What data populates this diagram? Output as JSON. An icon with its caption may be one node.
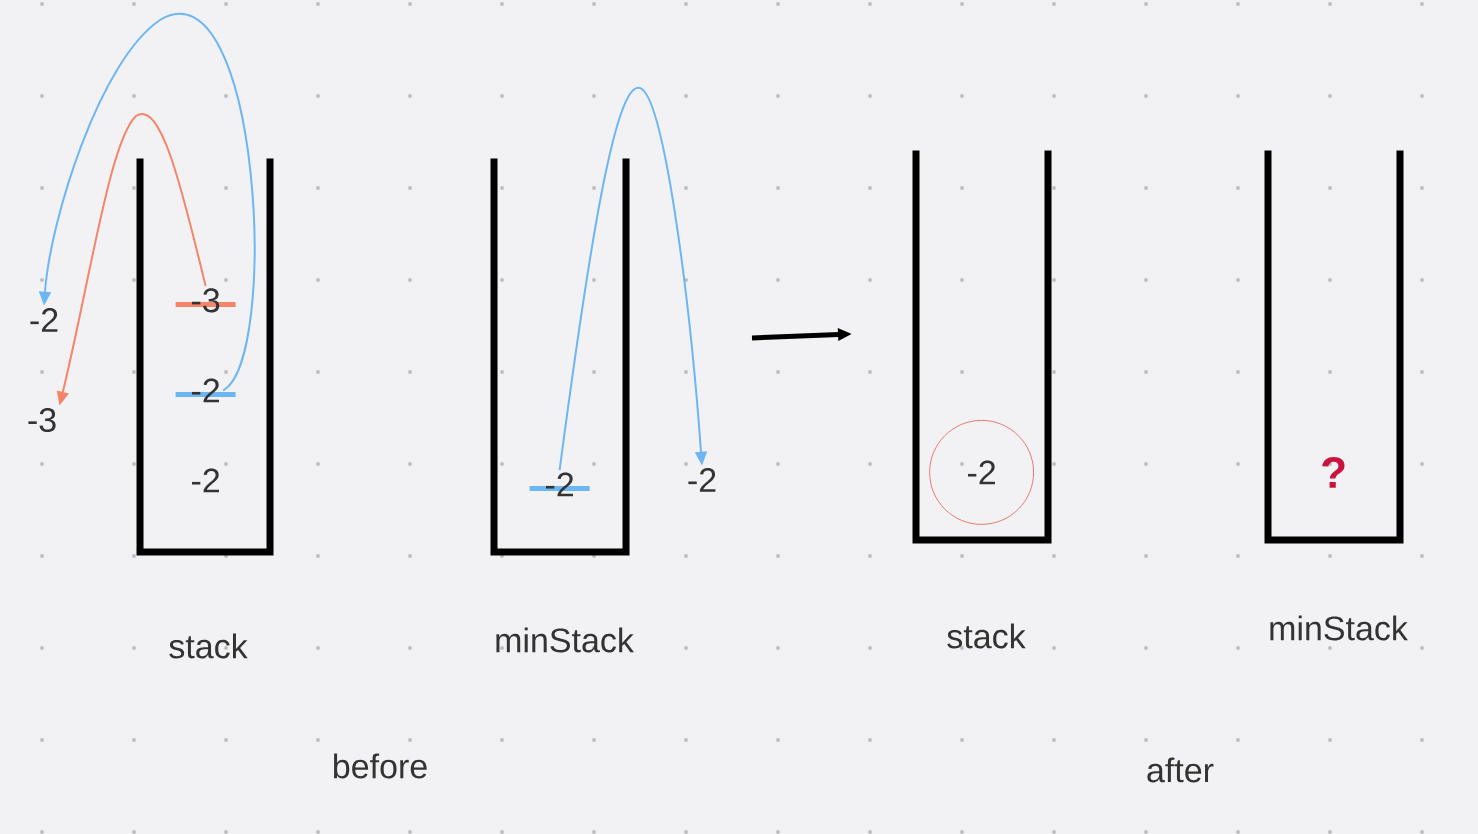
{
  "diagram": {
    "nodes": [
      {
        "text": [
          "stack"
        ]
      },
      {
        "text": [
          "-3"
        ],
        "in": 0
      },
      {
        "text": [
          "-2"
        ],
        "in": 0
      },
      {
        "text": [
          "-2"
        ],
        "in": 0
      },
      {
        "text": [
          "-2"
        ]
      },
      {
        "text": [
          "-3"
        ]
      },
      {
        "text": [
          "minStack"
        ]
      },
      {
        "text": [
          "-2"
        ],
        "in": 6
      },
      {
        "text": [
          "-2"
        ]
      },
      {
        "text": [
          "stack"
        ]
      },
      {
        "text": [
          "-2"
        ],
        "in": 9
      },
      {
        "text": [
          "minStack"
        ]
      },
      {
        "text": [
          "?"
        ],
        "in": 11
      }
    ],
    "edges": [
      {
        "from": 2,
        "to": 4,
        "arrow": "to",
        "color": "#6cb6f4"
      },
      {
        "from": 1,
        "to": 5,
        "arrow": "to",
        "color": "#f4846a"
      },
      {
        "from": 7,
        "to": 8,
        "arrow": "to",
        "color": "#6cb6f4"
      }
    ],
    "labels": [
      "before",
      "after"
    ]
  }
}
